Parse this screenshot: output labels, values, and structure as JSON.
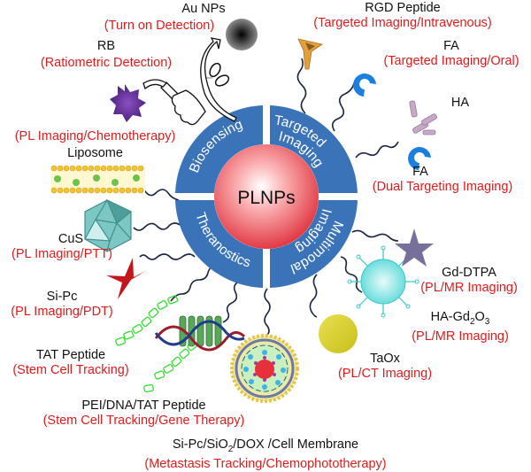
{
  "center": {
    "label": "PLNPs",
    "quadrants": [
      {
        "id": "biosensing",
        "label": "Biosensing"
      },
      {
        "id": "targeted-imaging",
        "label_lines": [
          "Targeted",
          "Imaging"
        ]
      },
      {
        "id": "multimodal-imaging",
        "label_lines": [
          "Multimodal",
          "Imaging"
        ]
      },
      {
        "id": "theranostics",
        "label": "Theranostics"
      }
    ]
  },
  "colors": {
    "ring": "#3b73b9",
    "core": "#e8474e",
    "name_text": "#111111",
    "application_text": "#e01b1b"
  },
  "items": [
    {
      "id": "au-nps",
      "name": "Au NPs",
      "application": "(Turn on Detection)",
      "icon": "dark-sphere-icon"
    },
    {
      "id": "rb",
      "name": "RB",
      "application": "(Ratiometric Detection)",
      "icon": "purple-star-icon"
    },
    {
      "id": "liposome",
      "name": "Liposome",
      "application": "(PL Imaging/Chemotherapy)",
      "icon": "liposome-bilayer-icon"
    },
    {
      "id": "cus",
      "name": "CuS",
      "application": "(PL Imaging/PTT)",
      "icon": "icosahedron-icon"
    },
    {
      "id": "si-pc",
      "name": "Si-Pc",
      "application": "(PL Imaging/PDT)",
      "icon": "red-four-point-star-icon"
    },
    {
      "id": "tat-peptide",
      "name": "TAT Peptide",
      "application": "(Stem Cell Tracking)",
      "icon": "peptide-chain-icon"
    },
    {
      "id": "pei-dna-tat",
      "name": "PEI/DNA/TAT Peptide",
      "application": "(Stem Cell Tracking/Gene Therapy)",
      "icon": "dna-helix-icon"
    },
    {
      "id": "si-pc-sio2-dox",
      "name_parts": [
        "Si-Pc/SiO",
        "2",
        "/DOX /Cell Membrane"
      ],
      "application": "(Metastasis Tracking/Chemophototherapy)",
      "icon": "membrane-coated-nanoparticle-icon"
    },
    {
      "id": "taox",
      "name": "TaOx",
      "application": "(PL/CT Imaging)",
      "icon": "yellow-sphere-icon"
    },
    {
      "id": "ha-gd2o3",
      "name_parts": [
        "HA-Gd",
        "2",
        "O",
        "3"
      ],
      "application": "(PL/MR Imaging)",
      "icon": "spiky-sphere-icon"
    },
    {
      "id": "gd-dtpa",
      "name": "Gd-DTPA",
      "application": "(PL/MR Imaging)",
      "icon": "grey-star-icon"
    },
    {
      "id": "fa-dual",
      "name": "FA",
      "application": "(Dual Targeting Imaging)",
      "icon": "blue-pacman-icon"
    },
    {
      "id": "ha",
      "name": "HA",
      "application": "",
      "icon": "antibody-icon"
    },
    {
      "id": "fa-oral",
      "name": "FA",
      "application": "(Targeted Imaging/Oral)",
      "icon": "blue-pacman-icon"
    },
    {
      "id": "rgd-peptide",
      "name": "RGD Peptide",
      "application": "(Targeted Imaging/Intravenous)",
      "icon": "tripod-icon"
    }
  ]
}
